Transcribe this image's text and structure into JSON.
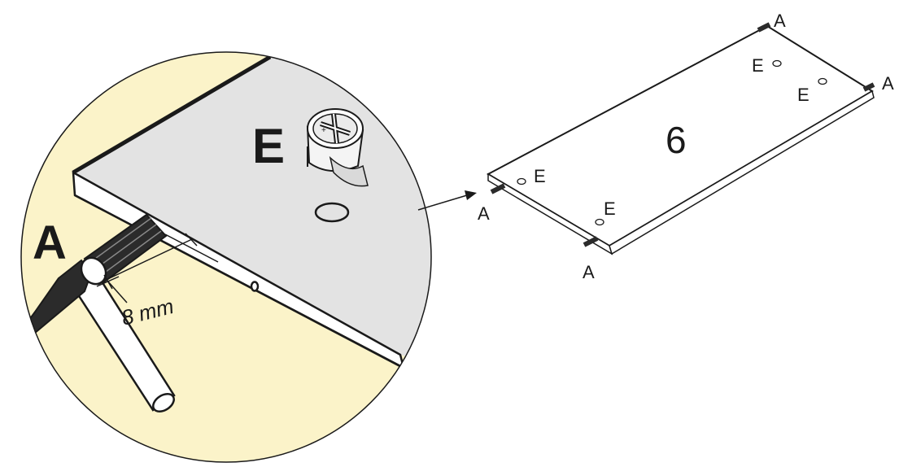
{
  "detail": {
    "dowel_label": "A",
    "camlock_label": "E",
    "dimension_label": "8 mm"
  },
  "panel": {
    "part_number": "6",
    "dowel_labels": [
      "A",
      "A",
      "A",
      "A"
    ],
    "camlock_labels": [
      "E",
      "E",
      "E",
      "E"
    ]
  },
  "colors": {
    "line": "#1a1a1a",
    "detail_background": "#fbf3c9",
    "board_top": "#e3e3e3",
    "board_edge": "#ffffff",
    "dowel": "#2b2b2b"
  }
}
